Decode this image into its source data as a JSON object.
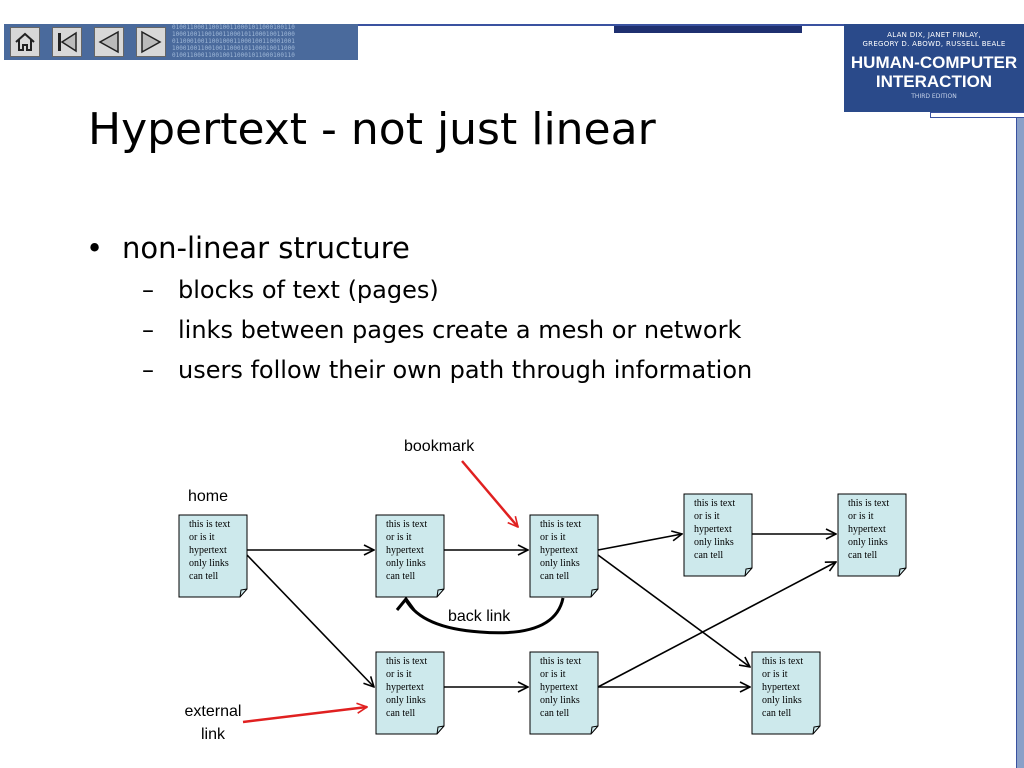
{
  "nav": {
    "buttons": [
      "home-icon",
      "first-slide-icon",
      "previous-icon",
      "next-icon"
    ]
  },
  "book": {
    "authors_line1": "ALAN DIX, JANET FINLAY,",
    "authors_line2": "GREGORY D. ABOWD, RUSSELL BEALE",
    "title_line1": "HUMAN-COMPUTER",
    "title_line2": "INTERACTION",
    "edition": "THIRD EDITION"
  },
  "slide": {
    "title": "Hypertext - not just linear",
    "bullet": "non-linear structure",
    "subbullets": [
      "blocks of text (pages)",
      "links between pages create a mesh or network",
      "users follow their own path through information"
    ]
  },
  "diagram": {
    "page_text": [
      "this is text",
      "or is it",
      "hypertext",
      "only links",
      "can tell"
    ],
    "labels": {
      "home": "home",
      "bookmark": "bookmark",
      "back_link": "back link",
      "external_line1": "external",
      "external_line2": "link"
    }
  },
  "colors": {
    "page_fill": "#cde9ec",
    "pointer_arrow": "#e02020",
    "nav_blue": "#4a6a9c"
  }
}
